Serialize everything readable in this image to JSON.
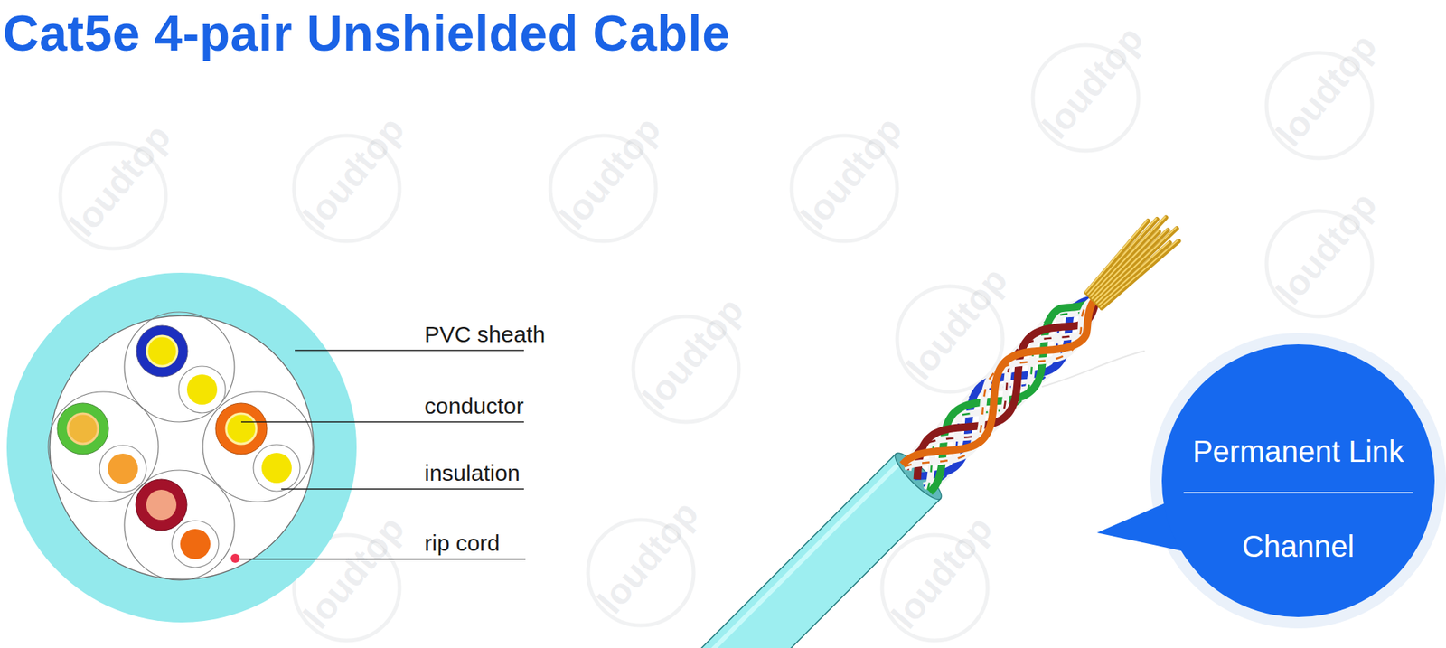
{
  "diagram": {
    "title": "Cat5e 4-pair Unshielded Cable",
    "nodes": [
      {
        "text": [
          "Permanent Link",
          "Channel"
        ]
      }
    ],
    "labels": [
      "PVC sheath",
      "conductor",
      "insulation",
      "rip cord",
      "loudtop",
      "loudtop",
      "loudtop",
      "loudtop",
      "loudtop",
      "loudtop",
      "loudtop",
      "loudtop",
      "loudtop",
      "loudtop",
      "loudtop",
      "loudtop"
    ]
  }
}
